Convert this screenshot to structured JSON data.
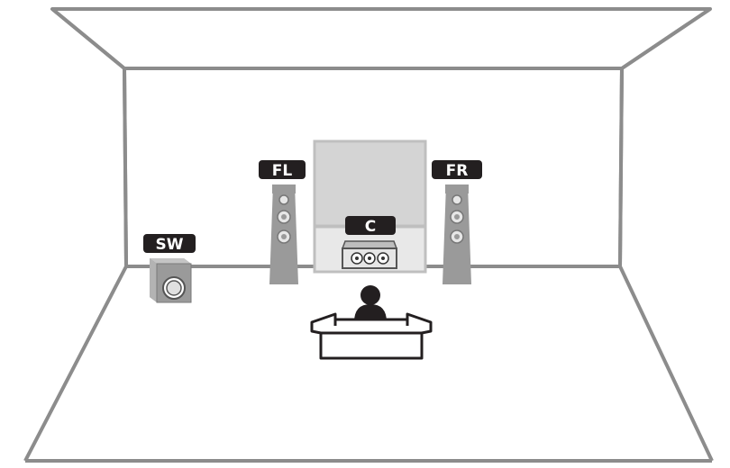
{
  "labels": {
    "front_left": "FL",
    "front_right": "FR",
    "center": "C",
    "subwoofer": "SW"
  },
  "colors": {
    "room_line": "#8c8c8c",
    "speaker_body": "#9a9a9a",
    "speaker_light": "#d9d9d9",
    "label_bg": "#231f20",
    "tv_screen": "#d4d4d4",
    "tv_stand": "#e6e6e6",
    "listener": "#231f20"
  },
  "icons": [
    "room-outline",
    "tv",
    "front-left-speaker",
    "front-right-speaker",
    "center-speaker",
    "subwoofer",
    "listener",
    "sofa"
  ]
}
